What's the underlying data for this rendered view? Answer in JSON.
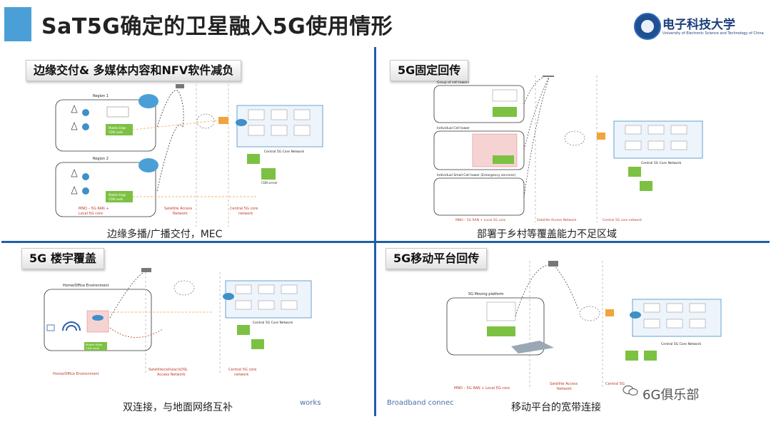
{
  "header": {
    "title": "SaT5G确定的卫星融入5G使用情形",
    "university": "电子科技大学",
    "university_en": "University of Electronic Science and Technology of China"
  },
  "panels": {
    "tl": {
      "tab": "边缘交付& 多媒体内容和NFV软件减负",
      "caption": "边缘多播/广播交付，MEC",
      "labels": {
        "region1": "Region 1",
        "region2": "Region 2",
        "mno": "MNO – 5G RAN +",
        "mno2": "Local 5G core",
        "sat": "Satellite Access",
        "sat2": "Network",
        "core": "Central 5G core",
        "core2": "network",
        "core_net": "Central 5G Core Network",
        "edge": "Mobile Edge",
        "edge2": "CDN node",
        "cdn": "CDN server"
      }
    },
    "tr": {
      "tab": "5G固定回传",
      "caption": "部署于乡村等覆盖能力不足区域",
      "labels": {
        "group": "Group of cell towers",
        "individual": "Individual Cell tower",
        "small": "Individual Small Cell tower (Emergency services)",
        "core_net": "Central 5G Core Network",
        "bottom1": "MNO – 5G RAN + Local 5G core",
        "bottom2": "Satellite Access Network",
        "bottom3": "Central 5G core network"
      }
    },
    "bl": {
      "tab": "5G 楼宇覆盖",
      "caption": "双连接，与地面网络互补",
      "faded": "works",
      "labels": {
        "home": "Home/Office Environment",
        "home_bottom": "Home/Office Environment",
        "sat": "Satellite/cellular/xDSL",
        "sat2": "Access Network",
        "core": "Central 5G core",
        "core2": "network",
        "core_net": "Central 5G Core Network",
        "edge": "Mobile Edge",
        "edge2": "CDN node"
      }
    },
    "br": {
      "tab": "5G移动平台回传",
      "caption": "移动平台的宽带连接",
      "faded": "Broadband connec",
      "labels": {
        "moving": "5G Moving platform",
        "bottom1": "MNO – 5G RAN + Local 5G core",
        "bottom2": "Satellite Access",
        "bottom2b": "Network",
        "bottom3": "Central 5G",
        "core_net": "Central 5G Core Network"
      }
    }
  },
  "watermark": {
    "text": "6G俱乐部"
  },
  "colors": {
    "accent": "#4aa0d6",
    "divider": "#1f5fa8",
    "core_box": "#3f8fc8",
    "green": "#7cc142",
    "orange": "#f2a33a",
    "red_label": "#c0392b"
  }
}
